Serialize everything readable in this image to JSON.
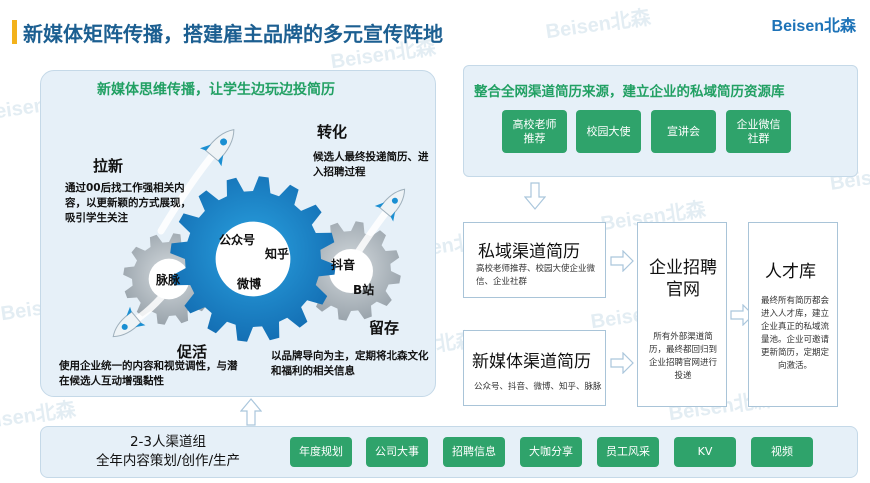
{
  "header": {
    "title": "新媒体矩阵传播，搭建雇主品牌的多元宣传阵地",
    "brand": "Beisen北森"
  },
  "watermark": "Beisen北森",
  "left_panel": {
    "title": "新媒体思维传播，让学生边玩边投简历",
    "laxin": {
      "head": "拉新",
      "desc": "通过00后找工作强相关内容，以更新颖的方式展现，吸引学生关注"
    },
    "zhuanhua": {
      "head": "转化",
      "desc": "候选人最终投递简历、进入招聘过程"
    },
    "cuhuo": {
      "head": "促活",
      "desc": "使用企业统一的内容和视觉调性，与潜在候选人互动增强黏性"
    },
    "liucun": {
      "head": "留存",
      "desc": "以品牌导向为主，定期将北森文化和福利的相关信息"
    },
    "gears": {
      "big": [
        "公众号",
        "知乎",
        "微博"
      ],
      "small_left": "脉脉",
      "small_right": [
        "抖音",
        "B站"
      ]
    }
  },
  "top_right": {
    "title": "整合全网渠道简历来源，建立企业的私域简历资源库",
    "sources": [
      "高校老师推荐",
      "校园大使",
      "宣讲会",
      "企业微信社群"
    ]
  },
  "private_channel": {
    "title": "私域渠道简历",
    "desc": "高校老师推荐、校园大使企业微信、企业社群"
  },
  "new_media_channel": {
    "title": "新媒体渠道简历",
    "desc": "公众号、抖音、微博、知乎、脉脉"
  },
  "official_site": {
    "title": "企业招聘官网",
    "desc": "所有外部渠道简历，最终都回归到企业招聘官网进行投递"
  },
  "talent_pool": {
    "title": "人才库",
    "desc": "最终所有简历都会进入人才库，建立企业真正的私域流量池。企业可邀请更新简历，定期定向激活。"
  },
  "bottom": {
    "title_line1": "2-3人渠道组",
    "title_line2": "全年内容策划/创作/生产",
    "items": [
      "年度规划",
      "公司大事",
      "招聘信息",
      "大咖分享",
      "员工风采",
      "KV",
      "视频"
    ]
  },
  "colors": {
    "title_blue": "#1c5f91",
    "accent_yellow": "#f3b21b",
    "green": "#2fa36b",
    "gear_blue": "#1b8fd2",
    "gear_grey": "#b7bfc6",
    "panel_bg": "#e6f0f8"
  }
}
